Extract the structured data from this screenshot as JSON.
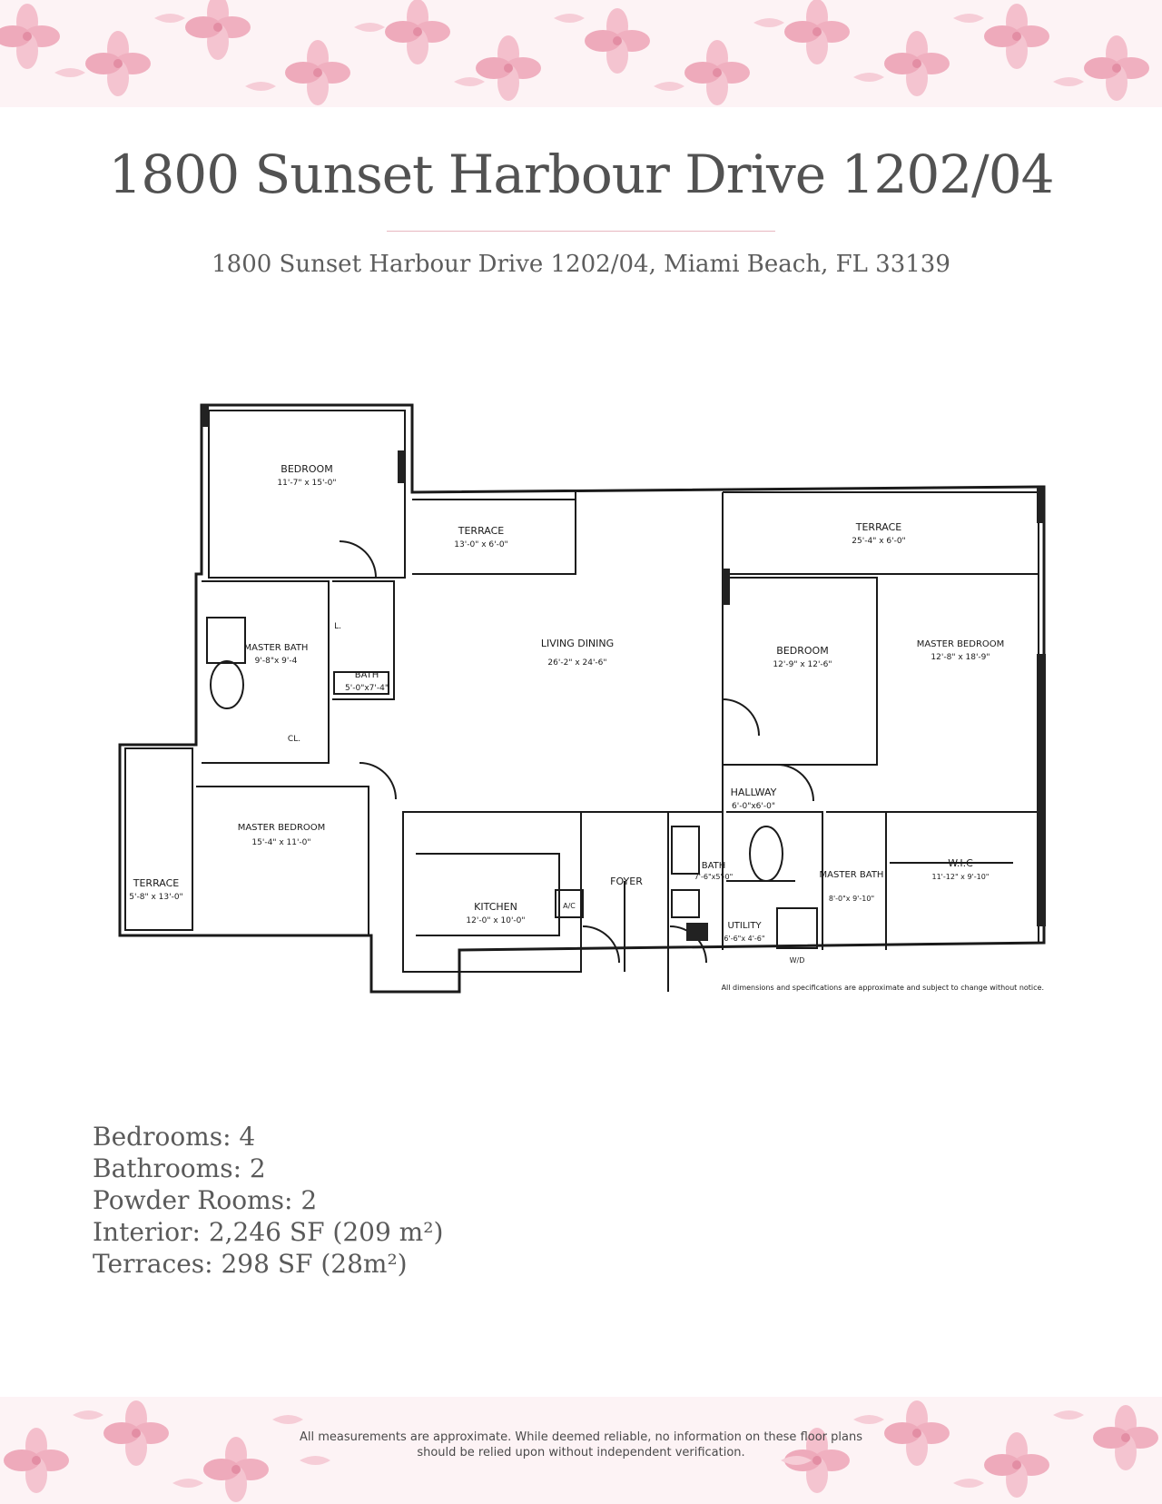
{
  "header": {
    "title": "1800 Sunset Harbour Drive 1202/04",
    "address": "1800 Sunset Harbour Drive 1202/04, Miami Beach, FL 33139"
  },
  "floor_plan": {
    "rooms": [
      {
        "name": "BEDROOM",
        "size": "11'-7\" x 15'-0\""
      },
      {
        "name": "TERRACE",
        "size": "13'-0\" x 6'-0\""
      },
      {
        "name": "TERRACE",
        "size": "25'-4\" x 6'-0\""
      },
      {
        "name": "MASTER BATH",
        "size": "9'-8\"x 9'-4"
      },
      {
        "name": "BATH",
        "size": "5'-0\"x7'-4\""
      },
      {
        "name": "LIVING DINING",
        "size": "26'-2\" x 24'-6\""
      },
      {
        "name": "BEDROOM",
        "size": "12'-9\" x 12'-6\""
      },
      {
        "name": "MASTER BEDROOM",
        "size": "12'-8\" x 18'-9\""
      },
      {
        "name": "HALLWAY",
        "size": "6'-0\"x6'-0\""
      },
      {
        "name": "MASTER BEDROOM",
        "size": "15'-4\" x 11'-0\""
      },
      {
        "name": "TERRACE",
        "size": "5'-8\" x 13'-0\""
      },
      {
        "name": "KITCHEN",
        "size": "12'-0\" x 10'-0\""
      },
      {
        "name": "FOYER",
        "size": ""
      },
      {
        "name": "BATH",
        "size": "7'-6\"x5'-0\""
      },
      {
        "name": "MASTER BATH",
        "size": "8'-0\"x 9'-10\""
      },
      {
        "name": "W.I.C",
        "size": "11'-12\" x 9'-10\""
      },
      {
        "name": "UTILITY",
        "size": "6'-6\"x 4'-6\""
      }
    ],
    "labels": {
      "closet": "CL.",
      "linen": "L.",
      "ac": "A/C",
      "wd": "W/D"
    },
    "plan_note": "All dimensions and specifications are approximate and subject to change without notice."
  },
  "specs": {
    "bedrooms": "Bedrooms: 4",
    "bathrooms": "Bathrooms: 2",
    "powder_rooms": "Powder Rooms: 2",
    "interior": "Interior: 2,246 SF (209 m²)",
    "terraces": "Terraces: 298 SF (28m²)"
  },
  "footer": {
    "disclaimer_line1": "All measurements are approximate. While deemed reliable, no information on these floor plans",
    "disclaimer_line2": "should be relied upon without independent verification."
  },
  "colors": {
    "floral_pink": "#f2b8c6",
    "floral_deep": "#e896aa",
    "title_gray": "#525252",
    "rule_pink": "#e8b6c0"
  }
}
